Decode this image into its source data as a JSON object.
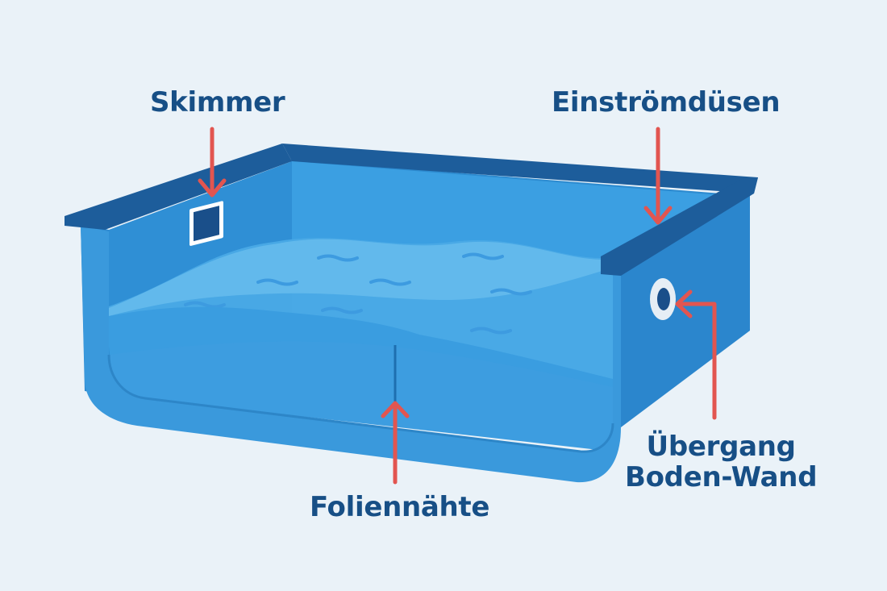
{
  "labels": {
    "skimmer": "Skimmer",
    "einstroemduesen": "Einströmdüsen",
    "foliennaehte": "Foliennähte",
    "uebergang_line1": "Übergang",
    "uebergang_line2": "Boden-Wand"
  },
  "colors": {
    "background": "#eaf2f8",
    "label_text": "#174f86",
    "arrow": "#e25550",
    "coping": "#1d5d9b",
    "wall_front": "#3796d8",
    "wall_back": "#3d9fe0",
    "water_surface": "#5fb6ea"
  }
}
